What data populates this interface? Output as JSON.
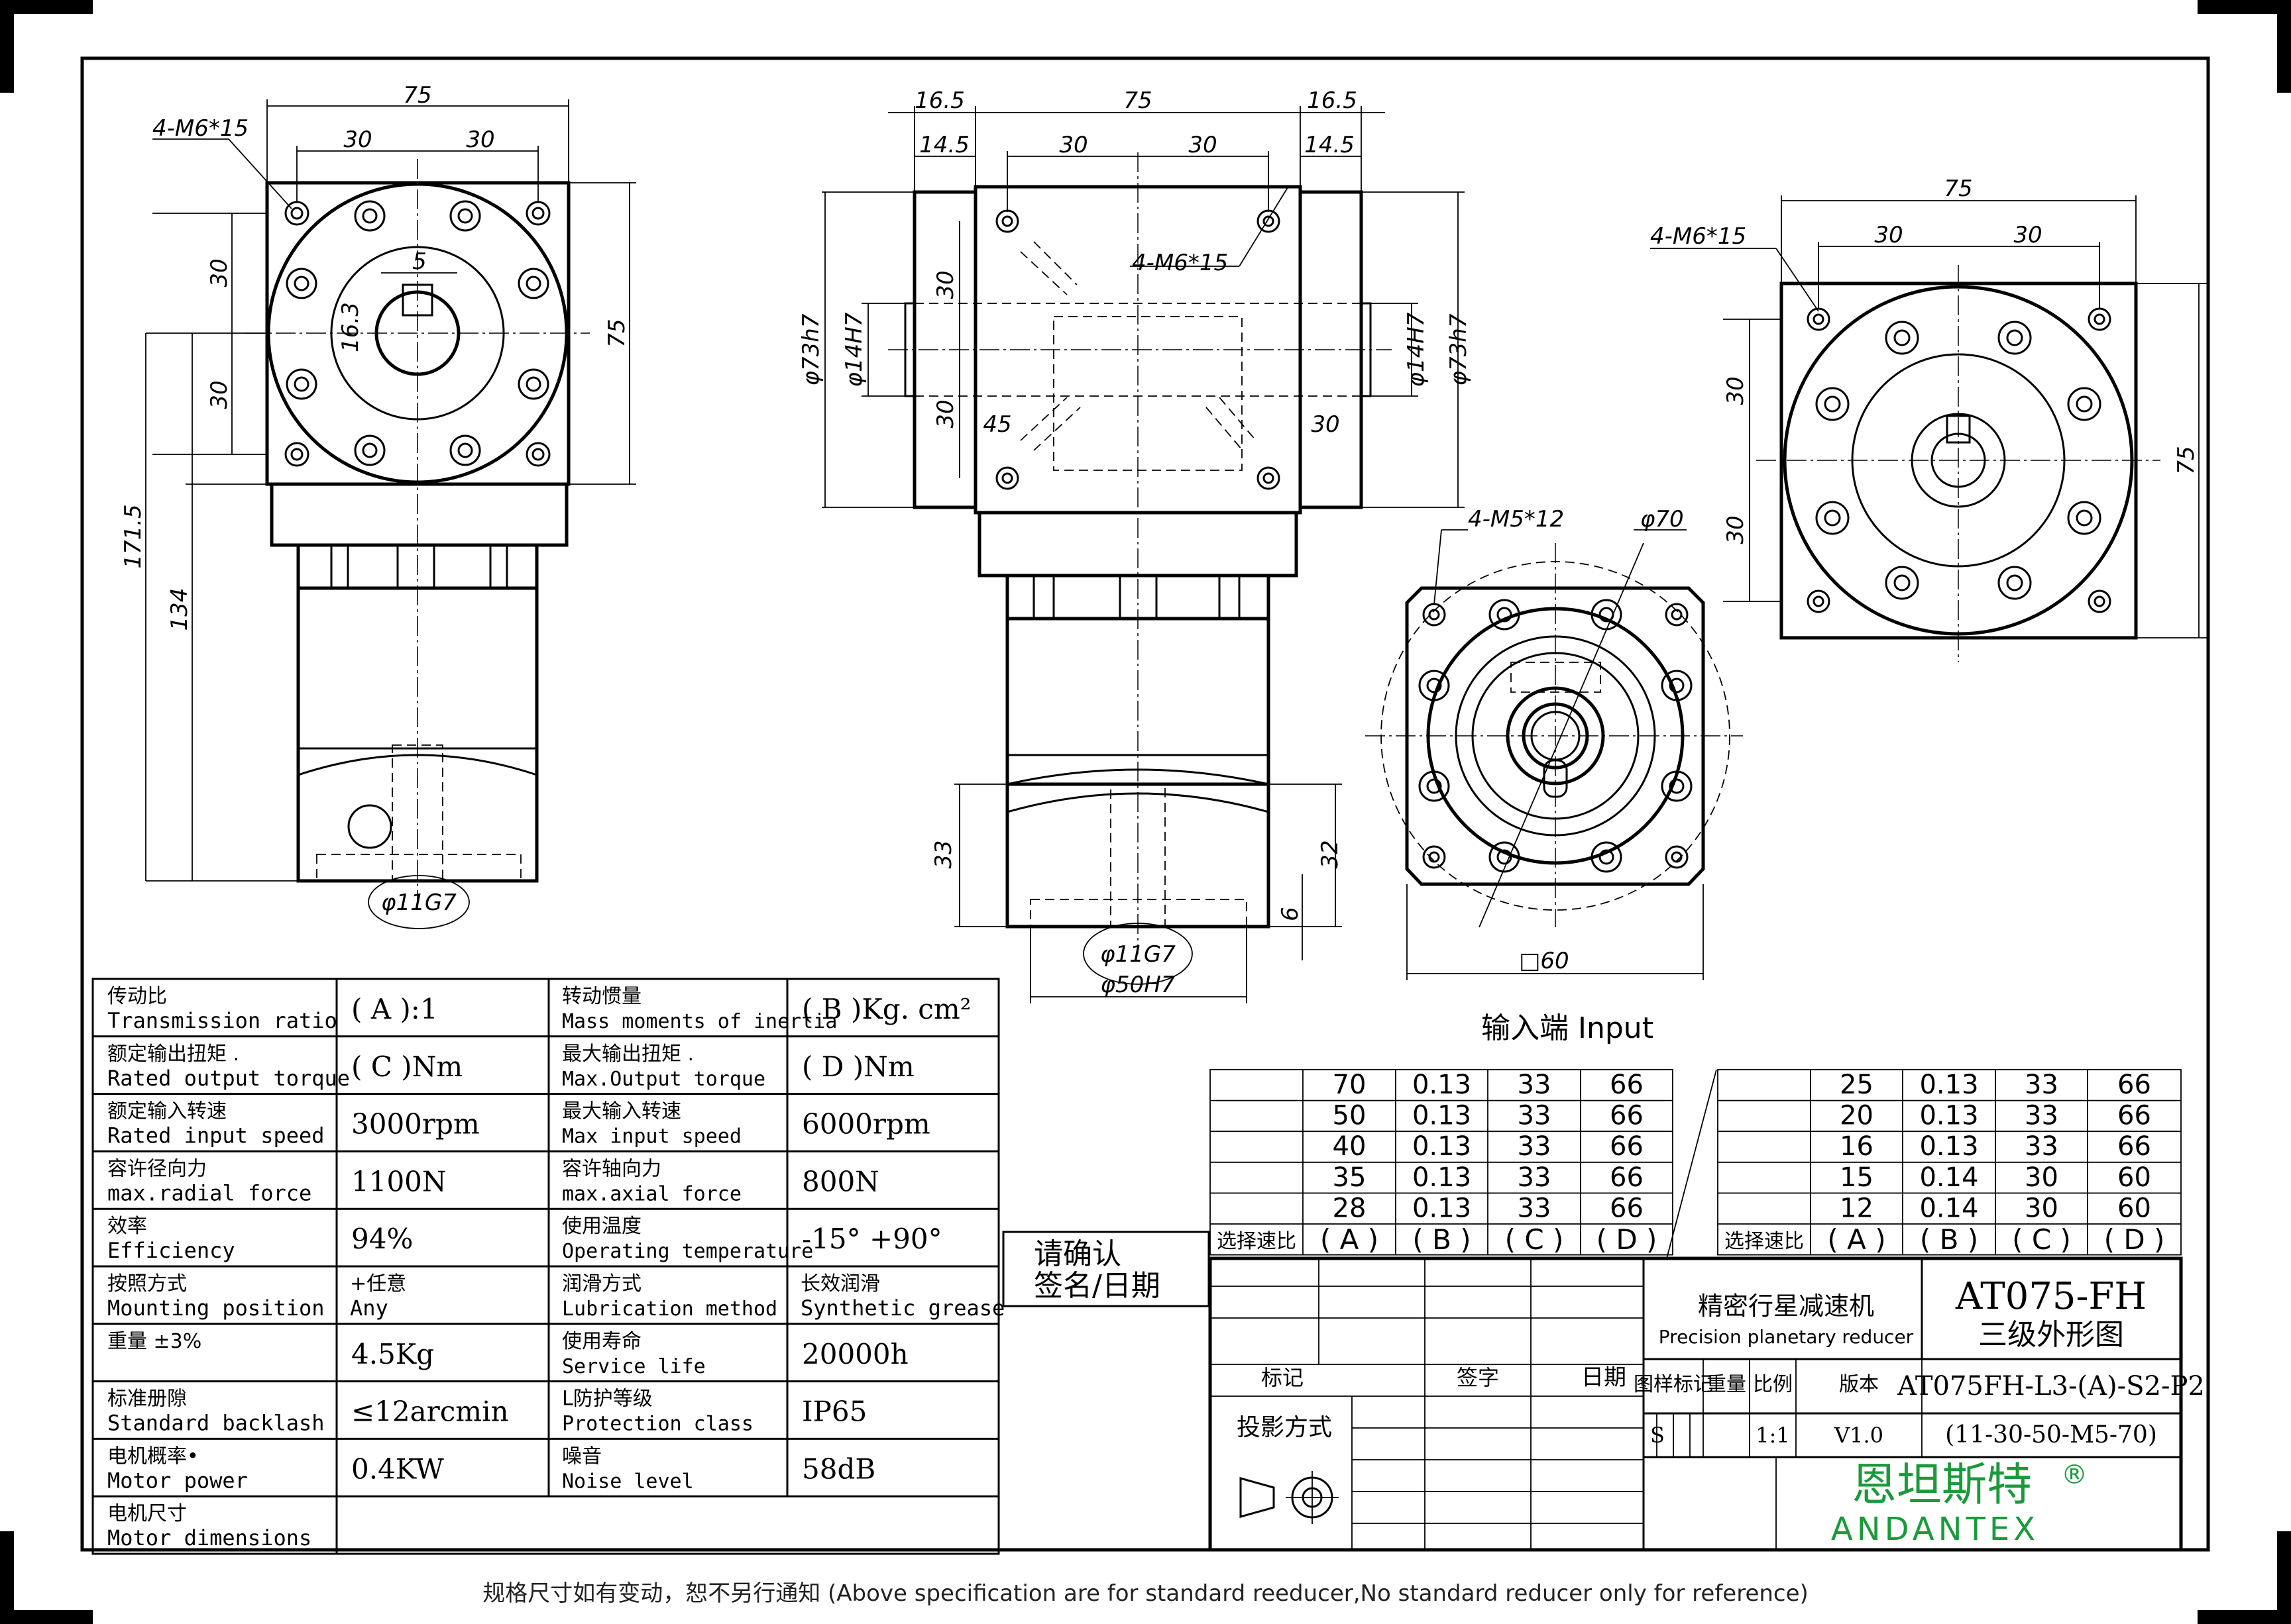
{
  "dimensions": {
    "front": {
      "bolts": "4-M6*15",
      "width": "75",
      "half_a": "30",
      "half_b": "30",
      "side_a": "30",
      "side_b": "30",
      "height": "75",
      "key": "5",
      "key_depth": "16.3",
      "total": "171.5",
      "body": "134",
      "bore": "φ11G7"
    },
    "side": {
      "flange_l": "16.5",
      "flange_r": "16.5",
      "step_l": "14.5",
      "step_r": "14.5",
      "width": "75",
      "half_a": "30",
      "half_b": "30",
      "bolts": "4-M6*15",
      "pilot_l": "φ73h7",
      "pilot_r": "φ73h7",
      "shaft_l": "φ14H7",
      "shaft_r": "φ14H7",
      "v_a": "30",
      "v_b": "30",
      "angle": "45",
      "offset": "30",
      "h33": "33",
      "h32": "32",
      "h6": "6",
      "bore": "φ11G7",
      "pilot": "φ50H7"
    },
    "input": {
      "bolts": "4-M5*12",
      "pcd": "φ70",
      "square": "□60",
      "label": "输入端 Input"
    },
    "right": {
      "bolts": "4-M6*15",
      "width": "75",
      "half_a": "30",
      "half_b": "30",
      "side_a": "30",
      "side_b": "30",
      "height": "75"
    }
  },
  "specs": [
    {
      "cn1": "传动比",
      "en1": "Transmission ratio",
      "val1": "(  A  ):1",
      "cn2": "转动惯量",
      "en2": "Mass moments of inertia",
      "val2": "( B )Kg. cm²"
    },
    {
      "cn1": "额定输出扭矩  .",
      "en1": "Rated output torque",
      "val1": "( C )Nm",
      "cn2": "最大输出扭矩  .",
      "en2": "Max.Output torque",
      "val2": "( D )Nm"
    },
    {
      "cn1": "额定输入转速",
      "en1": "Rated input speed",
      "val1": "3000rpm",
      "cn2": "最大输入转速",
      "en2": "Max input speed",
      "val2": "6000rpm"
    },
    {
      "cn1": "容许径向力",
      "en1": "max.radial force",
      "val1": "1100N",
      "cn2": "容许轴向力",
      "en2": "max.axial  force",
      "val2": "800N"
    },
    {
      "cn1": "效率",
      "en1": "Efficiency",
      "val1": "94%",
      "cn2": "使用温度",
      "en2": "Operating temperature",
      "val2": "-15°  +90°"
    },
    {
      "cn1": "按照方式",
      "en1": "Mounting position",
      "val1": "+任意",
      "val1b": "Any",
      "cn2": "润滑方式",
      "en2": "Lubrication method",
      "val2": "长效润滑",
      "val2b": "Synthetic grease"
    },
    {
      "cn1": "重量 ±3%",
      "en1": "",
      "val1": "4.5Kg",
      "cn2": "使用寿命",
      "en2": "Service life",
      "val2": "20000h"
    },
    {
      "cn1": "标准册隙",
      "en1": "Standard backlash",
      "val1": "≤12arcmin",
      "cn2": "L防护等级",
      "en2": "Protection class",
      "val2": "IP65"
    },
    {
      "cn1": "电机概率•",
      "en1": "Motor power",
      "val1": "0.4KW",
      "cn2": "噪音",
      "en2": "Noise level",
      "val2": "58dB"
    },
    {
      "cn1": "电机尺寸",
      "en1": "Motor dimensions",
      "val1": "",
      "cn2": "",
      "en2": "",
      "val2": ""
    }
  ],
  "confirm": {
    "line1": "请确认",
    "line2": "签名/日期"
  },
  "ratio_left": [
    [
      "70",
      "0.13",
      "33",
      "66"
    ],
    [
      "50",
      "0.13",
      "33",
      "66"
    ],
    [
      "40",
      "0.13",
      "33",
      "66"
    ],
    [
      "35",
      "0.13",
      "33",
      "66"
    ],
    [
      "28",
      "0.13",
      "33",
      "66"
    ]
  ],
  "ratio_right": [
    [
      "25",
      "0.13",
      "33",
      "66"
    ],
    [
      "20",
      "0.13",
      "33",
      "66"
    ],
    [
      "16",
      "0.13",
      "33",
      "66"
    ],
    [
      "15",
      "0.14",
      "30",
      "60"
    ],
    [
      "12",
      "0.14",
      "30",
      "60"
    ]
  ],
  "ratio_footer": {
    "label": "选择速比",
    "a": "( A )",
    "b": "( B )",
    "c": "( C )",
    "d": "( D )"
  },
  "title_block": {
    "product_cn": "精密行星减速机",
    "product_en": "Precision planetary reducer",
    "model": "AT075-FH",
    "drawing_name": "三级外形图",
    "mark": "标记",
    "sign": "签字",
    "date": "日期",
    "projection": "投影方式",
    "h_sample": "图样标记",
    "h_weight": "重量",
    "h_scale": "比例",
    "h_version": "版本",
    "sample": "S",
    "scale": "1:1",
    "version": "V1.0",
    "part_no": "AT075FH-L3-(A)-S2-P2",
    "part_spec": "(11-30-50-M5-70)",
    "brand_cn": "恩坦斯特",
    "brand_reg": "®",
    "brand_en": "ANDANTEX"
  },
  "colors": {
    "brand": "#1a9a3a"
  },
  "footer": "规格尺寸如有变动，恕不另行通知    (Above specification are for standard reeducer,No standard reducer only for reference)"
}
